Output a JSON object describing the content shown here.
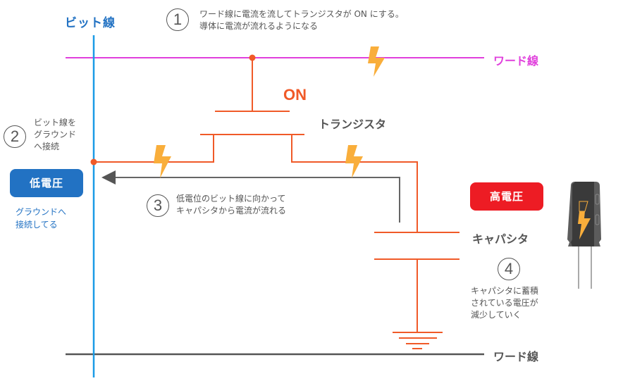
{
  "labels": {
    "bit_line": "ビット線",
    "word_line_top": "ワード線",
    "word_line_bottom": "ワード線",
    "on": "ON",
    "transistor": "トランジスタ",
    "capacitor": "キャパシタ",
    "low_voltage": "低電圧",
    "high_voltage": "高電圧",
    "ground_note": [
      "グラウンドへ",
      "接続してる"
    ]
  },
  "steps": [
    {
      "number": "1",
      "lines": [
        "ワード線に電流を流してトランジスタが ON にする。",
        "導体に電流が流れるようになる"
      ]
    },
    {
      "number": "2",
      "lines": [
        "ビット線を",
        "グラウンド",
        "へ接続"
      ]
    },
    {
      "number": "3",
      "lines": [
        "低電位のビット線に向かって",
        "キャパシタから電流が流れる"
      ]
    },
    {
      "number": "4",
      "lines": [
        "キャパシタに蓄積",
        "されている電圧が",
        "減少していく"
      ]
    }
  ],
  "icons": [
    "lightning-icon",
    "capacitor-component-icon",
    "ground-symbol-icon",
    "arrow-left-icon"
  ],
  "colors": {
    "bit_line": "#1a9be6",
    "word_line_active": "#e040dc",
    "word_line_inactive": "#555555",
    "circuit": "#f05a28",
    "current_arrow": "#555555",
    "lightning": "#f9ae3b",
    "low_voltage_badge": "#2272c3",
    "high_voltage_badge": "#ed1c24"
  }
}
